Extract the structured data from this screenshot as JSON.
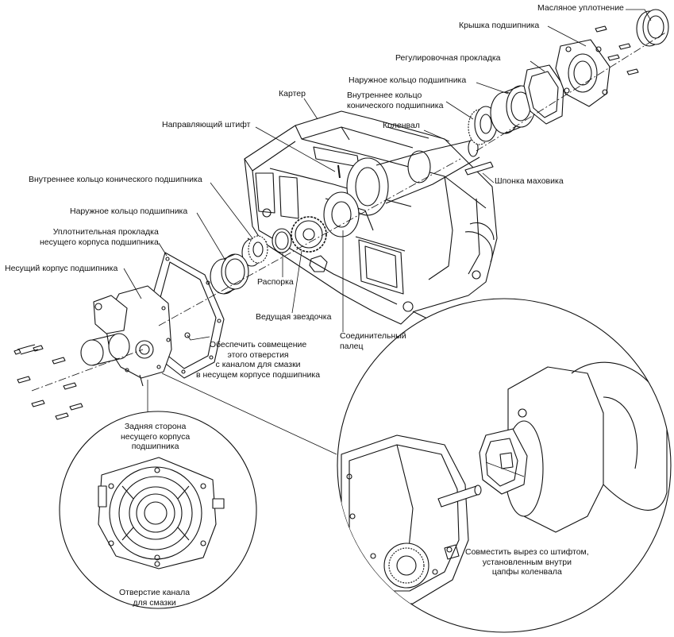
{
  "labels": {
    "oil_seal": "Масляное уплотнение",
    "bearing_cover": "Крышка подшипника",
    "adjust_shim": "Регулировочная прокладка",
    "outer_ring_top": "Наружное кольцо подшипника",
    "inner_ring_top": "Внутреннее кольцо\nконического подшипника",
    "housing": "Картер",
    "guide_pin": "Направляющий штифт",
    "crankshaft": "Коленвал",
    "flywheel_key": "Шпонка маховика",
    "inner_ring_left": "Внутреннее кольцо конического подшипника",
    "outer_ring_left": "Наружное кольцо подшипника",
    "gasket": "Уплотнительная прокладка\nнесущего корпуса подшипника",
    "carrier_housing": "Несущий корпус подшипника",
    "spacer": "Распорка",
    "drive_sprocket": "Ведущая звездочка",
    "connecting_pin": "Соединительный\nпалец",
    "align_hole": "Обеспечить совмещение\nэтого отверстия\nс каналом для смазки\nв несущем корпусе подшипника",
    "back_side": "Задняя сторона\nнесущего корпуса\nподшипника",
    "oil_channel_hole": "Отверстие канала\nдля смазки",
    "align_notch": "Совместить вырез со штифтом,\nустановленным внутри\nцапфы коленвала"
  }
}
